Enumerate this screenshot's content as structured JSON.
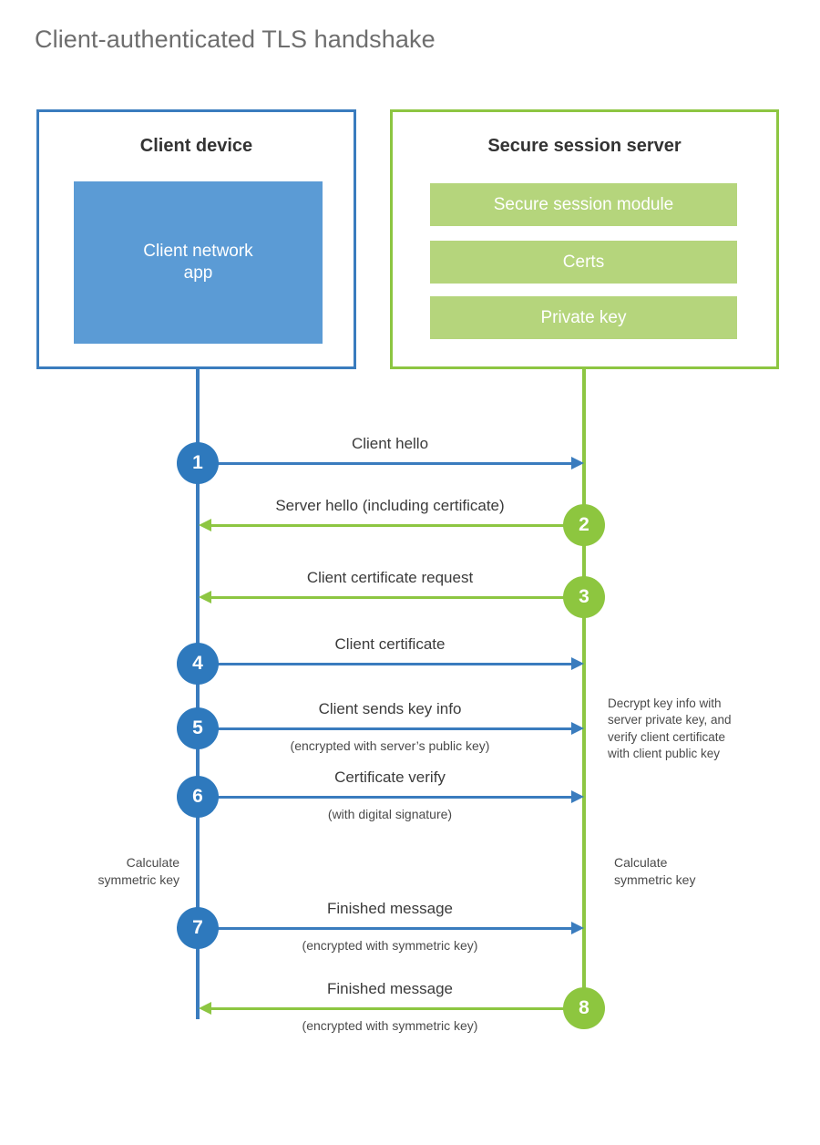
{
  "title": "Client-authenticated TLS handshake",
  "colors": {
    "client_blue": "#3a7cbe",
    "client_app_fill": "#5b9bd5",
    "server_green": "#8dc642",
    "server_bar_fill": "#b5d57c",
    "badge_blue": "#2e79bd",
    "badge_green": "#8dc63f",
    "title_gray": "#6e6e6e",
    "text_dark": "#333333"
  },
  "parties": {
    "client": {
      "title": "Client device",
      "app_label": "Client network\napp"
    },
    "server": {
      "title": "Secure session server",
      "bars": [
        "Secure session module",
        "Certs",
        "Private key"
      ]
    }
  },
  "chart_data": {
    "type": "table",
    "title": "Client-authenticated TLS handshake",
    "steps": [
      {
        "number": "1",
        "label": "Client hello",
        "sub": "",
        "direction": "client-to-server",
        "color": "#3a7cbe"
      },
      {
        "number": "2",
        "label": "Server hello (including certificate)",
        "sub": "",
        "direction": "server-to-client",
        "color": "#8dc63f"
      },
      {
        "number": "3",
        "label": "Client certificate request",
        "sub": "",
        "direction": "server-to-client",
        "color": "#8dc63f"
      },
      {
        "number": "4",
        "label": "Client certificate",
        "sub": "",
        "direction": "client-to-server",
        "color": "#3a7cbe"
      },
      {
        "number": "5",
        "label": "Client sends key info",
        "sub": "(encrypted with server’s public key)",
        "direction": "client-to-server",
        "color": "#3a7cbe"
      },
      {
        "number": "6",
        "label": "Certificate verify",
        "sub": "(with digital signature)",
        "direction": "client-to-server",
        "color": "#3a7cbe"
      },
      {
        "number": "7",
        "label": "Finished message",
        "sub": "(encrypted with symmetric key)",
        "direction": "client-to-server",
        "color": "#3a7cbe"
      },
      {
        "number": "8",
        "label": "Finished message",
        "sub": "(encrypted with symmetric key)",
        "direction": "server-to-client",
        "color": "#8dc63f"
      }
    ]
  },
  "notes": {
    "server_decrypt": "Decrypt key info with\nserver private key, and\nverify client certificate\nwith client public key",
    "client_calculate": "Calculate\nsymmetric key",
    "server_calculate": "Calculate\nsymmetric key"
  }
}
